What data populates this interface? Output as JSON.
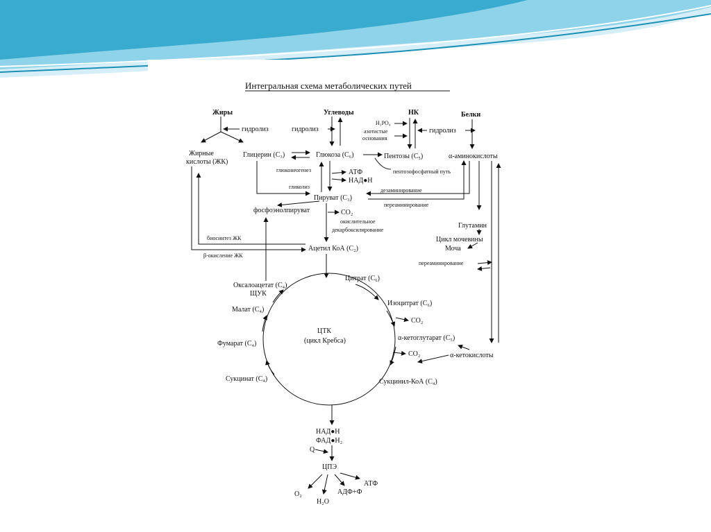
{
  "slide": {
    "background_color": "#ffffff",
    "wave_colors": [
      "#2aa3c9",
      "#8fd3ea",
      "#d6eef7"
    ]
  },
  "diagram": {
    "title": "Интегральная схема метаболических путей",
    "sources": {
      "fats": "Жиры",
      "carbs": "Углеводы",
      "nucleic": "НК",
      "proteins": "Белки"
    },
    "hydrolysis": "гидролиз",
    "nodes": {
      "fatty_acids_1": "Жирные",
      "fatty_acids_2": "кислоты (ЖК)",
      "glycerol": "Глицерин (С₃)",
      "glucose": "Глюкоза (С₆)",
      "pentoses": "Пентозы (С₅)",
      "amino_acids": "α-аминокислоты",
      "h3po4": "H₃PO₄",
      "bases_1": "азотистые",
      "bases_2": "основания",
      "pentose_path": "пентозофосфатный путь",
      "gluconeogenesis": "глюконеогенез",
      "glycolysis": "гликолиз",
      "atf": "АТФ",
      "nadh": "НАД●Н",
      "pyruvate": "Пируват (С₃)",
      "deamination": "дезаминирование",
      "transamination": "переаминирование",
      "pep": "фосфоэнолпируват",
      "co2": "CO₂",
      "oxdecarb_1": "окислительное",
      "oxdecarb_2": "декарбоксилирование",
      "glutamine": "Глутамин",
      "urea_cycle": "Цикл мочевины",
      "urine": "Моча",
      "fa_synthesis": "биосинтез ЖК",
      "beta_oxidation": "β-окисление ЖК",
      "acetyl_coa": "Ацетил КоА (С₂)",
      "transamination_2": "переаминирование",
      "citrate": "Цитрат (С₆)",
      "oxaloacetate": "Оксалоацетат (С₄)",
      "shuk": "ЩУК",
      "isocitrate": "Изоцитрат (С₆)",
      "malate": "Малат (С₄)",
      "co2_a": "CO₂",
      "tca_1": "ЦТК",
      "tca_2": "(цикл Кребса)",
      "ketoglutarate": "α-кетоглутарат (С₅)",
      "fumarate": "Фумарат (С₄)",
      "co2_b": "CO₂",
      "ketoacids": "α-кетокислоты",
      "succinate": "Сукцинат (С₄)",
      "succinyl_coa": "Сукцинил-КоА (С₄)",
      "nadh_2": "НАД●Н",
      "fadh2": "ФАД●Н₂",
      "q": "Q",
      "etc": "ЦПЭ",
      "o2": "O₂",
      "atf_2": "АТФ",
      "adp": "АДФ+Ф",
      "h2o": "H₂O"
    }
  }
}
